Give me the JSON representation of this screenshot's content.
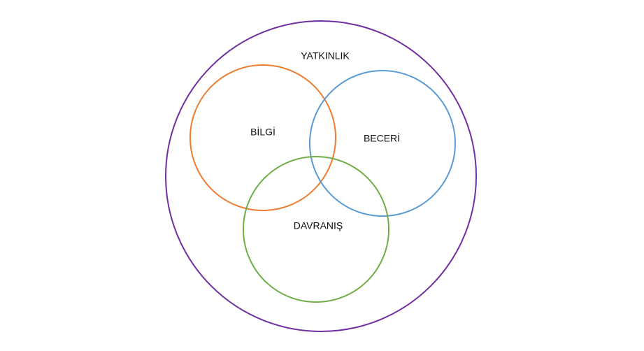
{
  "diagram": {
    "outer": {
      "label": "YATKINLIK",
      "color": "#7030a0"
    },
    "sets": [
      {
        "label": "BİLGİ",
        "color": "#ed7d31"
      },
      {
        "label": "BECERİ",
        "color": "#5b9bd5"
      },
      {
        "label": "DAVRANIŞ",
        "color": "#70ad47"
      }
    ]
  }
}
